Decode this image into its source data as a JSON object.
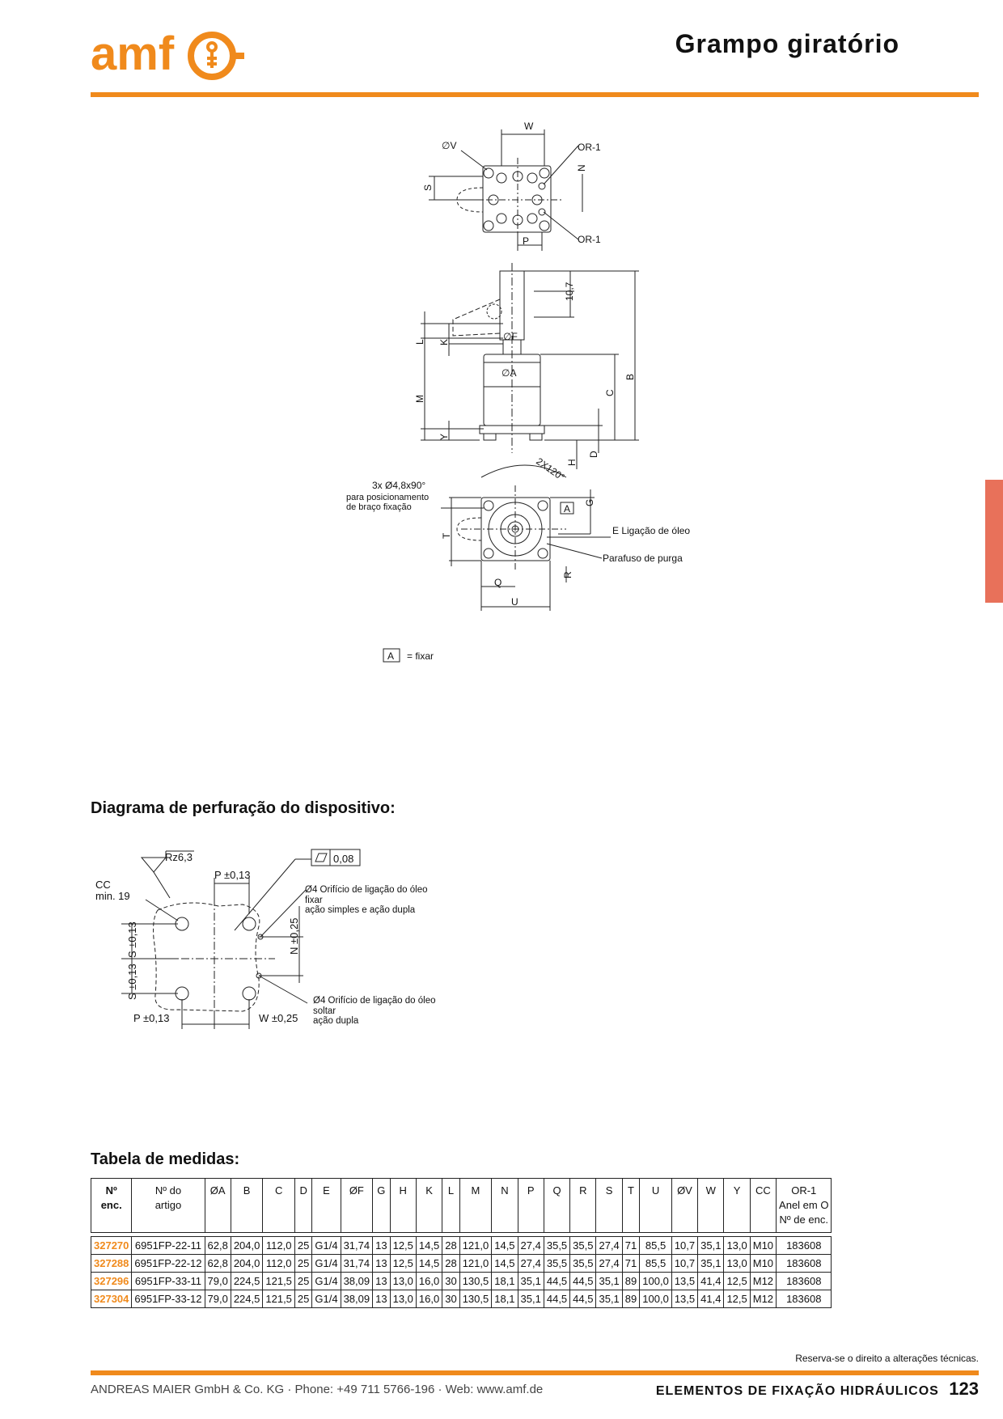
{
  "colors": {
    "accent": "#f08a1c",
    "side_tab": "#e8715a",
    "text": "#111111"
  },
  "header": {
    "logo_text": "amf",
    "title": "Grampo giratório"
  },
  "main_drawing": {
    "top_view": {
      "W": "W",
      "V": "∅V",
      "OR1_top": "OR-1",
      "OR1_bottom": "OR-1",
      "N": "N",
      "S": "S",
      "P": "P"
    },
    "side_view": {
      "dim_10_7": "10,7",
      "F": "∅F",
      "A": "∅A",
      "L": "L",
      "K": "K",
      "M": "M",
      "Y": "Y",
      "C": "C",
      "B": "B",
      "D": "D",
      "H": "H"
    },
    "bottom_view": {
      "angle": "2X120°",
      "holes": "3x  Ø4,8x90°",
      "holes_note_1": "para posicionamento",
      "holes_note_2": "de braço fixação",
      "G": "G",
      "A_box": "A",
      "E_label": "E Ligação de óleo",
      "purge": "Parafuso de purga",
      "T": "T",
      "Q": "Q",
      "U": "U",
      "R": "R"
    },
    "legend_box": "A",
    "legend_text": "= fixar"
  },
  "drill_diagram": {
    "title": "Diagrama de perfuração do dispositivo:",
    "rz": "Rz6,3",
    "flatness_value": "0,08",
    "p_top": "P ±0,13",
    "cc_label": "CC",
    "cc_min": "min. 19",
    "s_upper": "S ±0,13",
    "s_lower": "S ±0,13",
    "n_label": "N ±0,25",
    "p_bottom": "P ±0,13",
    "w_bottom": "W ±0,25",
    "hole1_line1": "Ø4 Orifício de ligação do óleo",
    "hole1_line2": "fixar",
    "hole1_line3": "ação simples e ação dupla",
    "hole2_line1": "Ø4 Orifício de ligação do óleo",
    "hole2_line2": "soltar",
    "hole2_line3": "ação dupla"
  },
  "table": {
    "title": "Tabela de medidas:",
    "head_order_1": "Nº",
    "head_order_2": "enc.",
    "head_article_1": "Nº do",
    "head_article_2": "artigo",
    "head_dims": [
      "ØA",
      "B",
      "C",
      "D",
      "E",
      "ØF",
      "G",
      "H",
      "K",
      "L",
      "M",
      "N",
      "P",
      "Q",
      "R",
      "S",
      "T",
      "U",
      "ØV",
      "W",
      "Y",
      "CC"
    ],
    "head_or_1": "OR-1",
    "head_or_2": "Anel em O",
    "head_or_3": "Nº de enc.",
    "rows": [
      [
        "327270",
        "6951FP-22-11",
        "62,8",
        "204,0",
        "112,0",
        "25",
        "G1/4",
        "31,74",
        "13",
        "12,5",
        "14,5",
        "28",
        "121,0",
        "14,5",
        "27,4",
        "35,5",
        "35,5",
        "27,4",
        "71",
        "85,5",
        "10,7",
        "35,1",
        "13,0",
        "M10",
        "183608"
      ],
      [
        "327288",
        "6951FP-22-12",
        "62,8",
        "204,0",
        "112,0",
        "25",
        "G1/4",
        "31,74",
        "13",
        "12,5",
        "14,5",
        "28",
        "121,0",
        "14,5",
        "27,4",
        "35,5",
        "35,5",
        "27,4",
        "71",
        "85,5",
        "10,7",
        "35,1",
        "13,0",
        "M10",
        "183608"
      ],
      [
        "327296",
        "6951FP-33-11",
        "79,0",
        "224,5",
        "121,5",
        "25",
        "G1/4",
        "38,09",
        "13",
        "13,0",
        "16,0",
        "30",
        "130,5",
        "18,1",
        "35,1",
        "44,5",
        "44,5",
        "35,1",
        "89",
        "100,0",
        "13,5",
        "41,4",
        "12,5",
        "M12",
        "183608"
      ],
      [
        "327304",
        "6951FP-33-12",
        "79,0",
        "224,5",
        "121,5",
        "25",
        "G1/4",
        "38,09",
        "13",
        "13,0",
        "16,0",
        "30",
        "130,5",
        "18,1",
        "35,1",
        "44,5",
        "44,5",
        "35,1",
        "89",
        "100,0",
        "13,5",
        "41,4",
        "12,5",
        "M12",
        "183608"
      ]
    ]
  },
  "footer": {
    "note": "Reserva-se o direito a alterações técnicas.",
    "company": "ANDREAS MAIER GmbH & Co. KG · Phone: +49 711 5766-196 · Web: www.amf.de",
    "section": "ELEMENTOS DE FIXAÇÃO HIDRÁULICOS",
    "page": "123"
  }
}
